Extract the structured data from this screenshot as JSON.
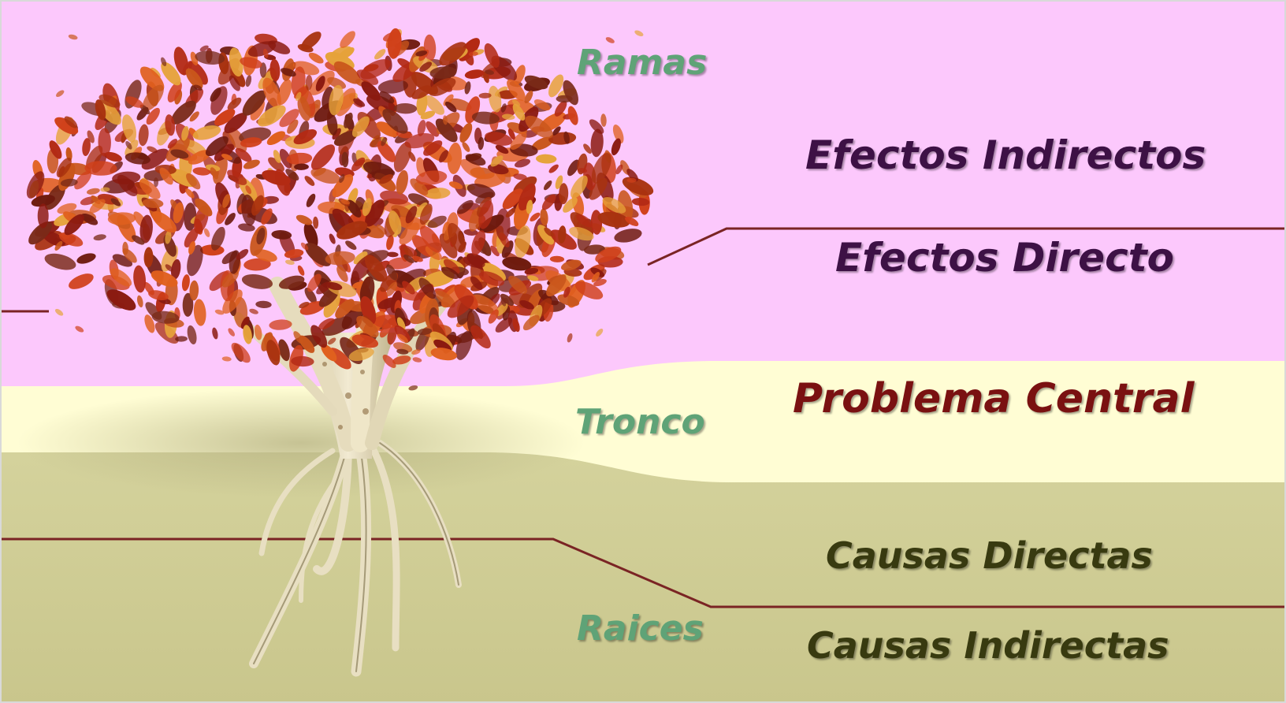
{
  "zones": {
    "branches": "Ramas",
    "trunk": "Tronco",
    "roots": "Raices"
  },
  "effects": {
    "indirect": "Efectos Indirectos",
    "direct": "Efectos Directo"
  },
  "problem": {
    "central": "Problema Central"
  },
  "causes": {
    "direct": "Causas Directas",
    "indirect": "Causas Indirectas"
  },
  "colors": {
    "effects_band": "#fcc8fc",
    "problem_band": "#fffdd4",
    "causes_band": "#cfcd95",
    "zone_label": "#5fa377",
    "effect_text": "#3d1145",
    "problem_text": "#7a1111",
    "cause_text": "#383a10",
    "divider_line": "#7a2424"
  },
  "illustration": {
    "icon": "autumn-tree-icon"
  }
}
